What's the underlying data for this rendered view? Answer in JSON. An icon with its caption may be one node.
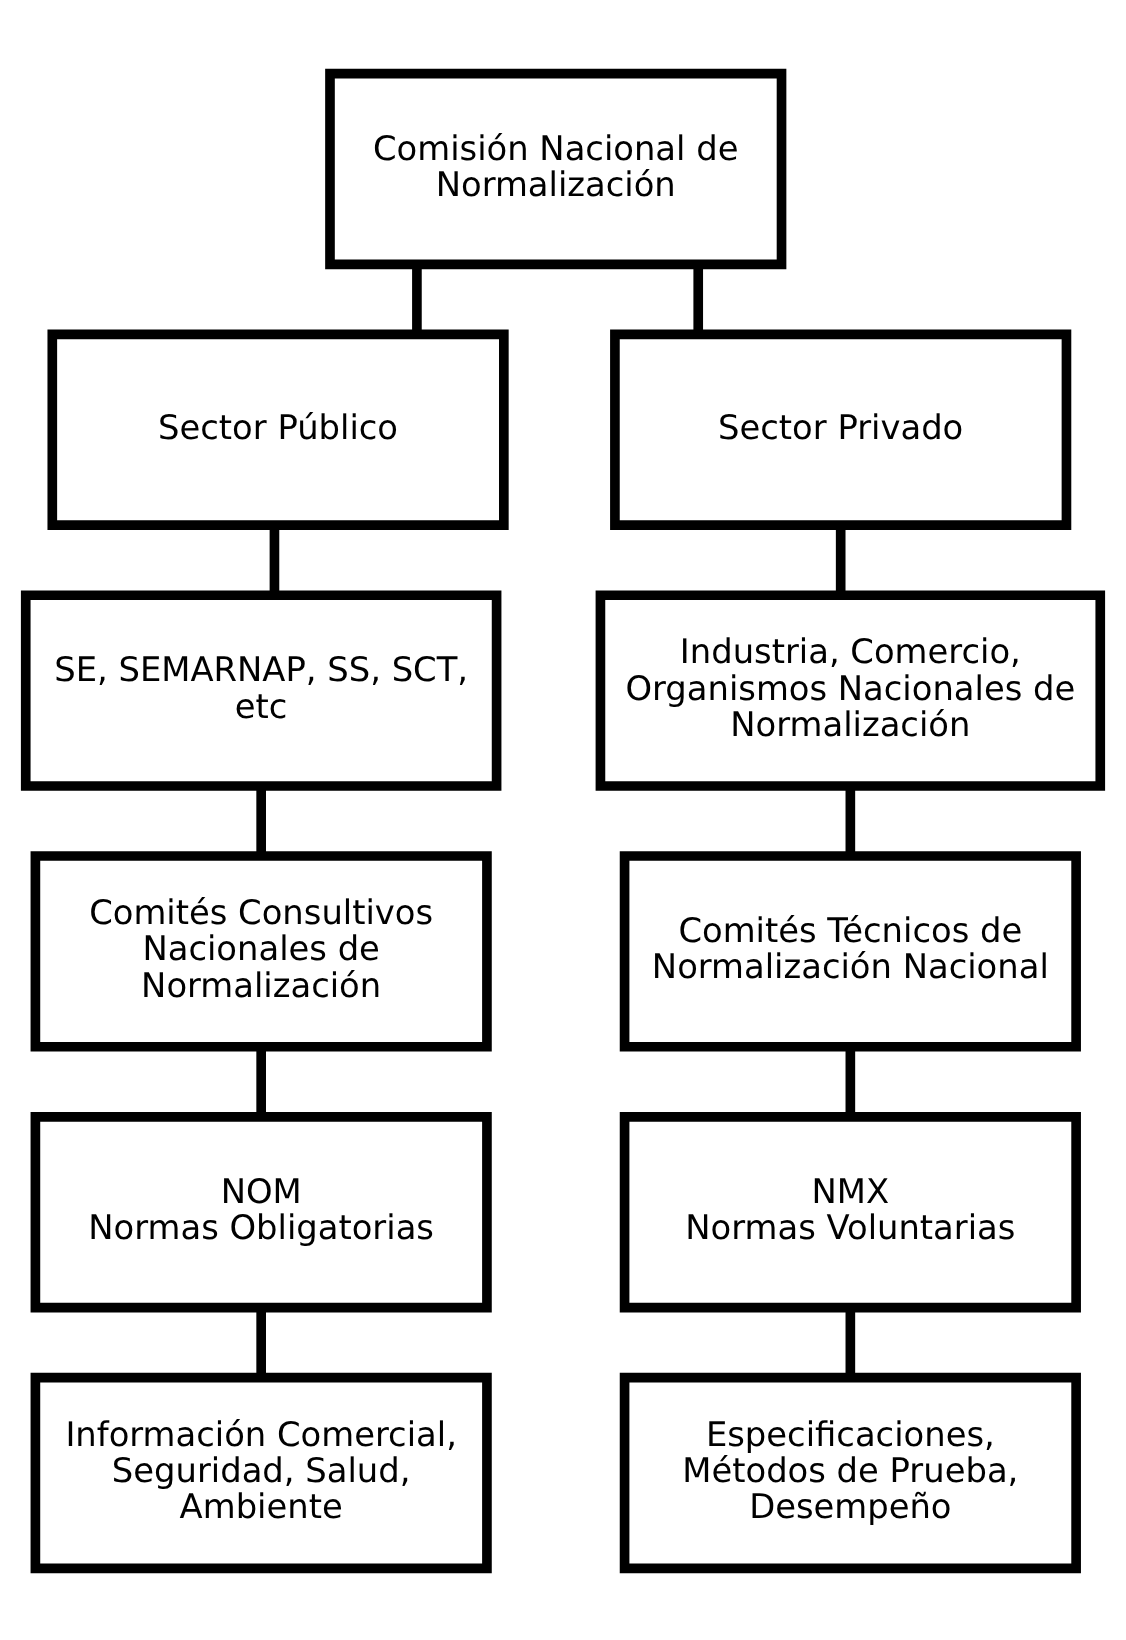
{
  "diagram": {
    "nodes": [
      {
        "text": [
          "Comisión Nacional de Normalización"
        ]
      },
      {
        "text": [
          "Sector Público"
        ]
      },
      {
        "text": [
          "Sector Privado"
        ]
      },
      {
        "text": [
          "SE, SEMARNAP, SS, SCT, etc"
        ]
      },
      {
        "text": [
          "Industria, Comercio, Organismos Nacionales de Normalización"
        ]
      },
      {
        "text": [
          "Comités Consultivos Nacionales de Normalización"
        ]
      },
      {
        "text": [
          "Comités Técnicos de Normalización Nacional"
        ]
      },
      {
        "text": [
          "NOM",
          "Normas Obligatorias"
        ]
      },
      {
        "text": [
          "NMX",
          "Normas Voluntarias"
        ]
      },
      {
        "text": [
          "Información Comercial, Seguridad, Salud, Ambiente"
        ]
      },
      {
        "text": [
          "Especificaciones, Métodos de Prueba, Desempeño"
        ]
      }
    ],
    "edges": [
      {
        "from": 0,
        "to": 1,
        "arrow": "none"
      },
      {
        "from": 0,
        "to": 2,
        "arrow": "none"
      },
      {
        "from": 1,
        "to": 3,
        "arrow": "none"
      },
      {
        "from": 2,
        "to": 4,
        "arrow": "none"
      },
      {
        "from": 3,
        "to": 5,
        "arrow": "none"
      },
      {
        "from": 4,
        "to": 6,
        "arrow": "none"
      },
      {
        "from": 5,
        "to": 7,
        "arrow": "none"
      },
      {
        "from": 6,
        "to": 8,
        "arrow": "none"
      },
      {
        "from": 7,
        "to": 9,
        "arrow": "none"
      },
      {
        "from": 8,
        "to": 10,
        "arrow": "none"
      }
    ]
  }
}
